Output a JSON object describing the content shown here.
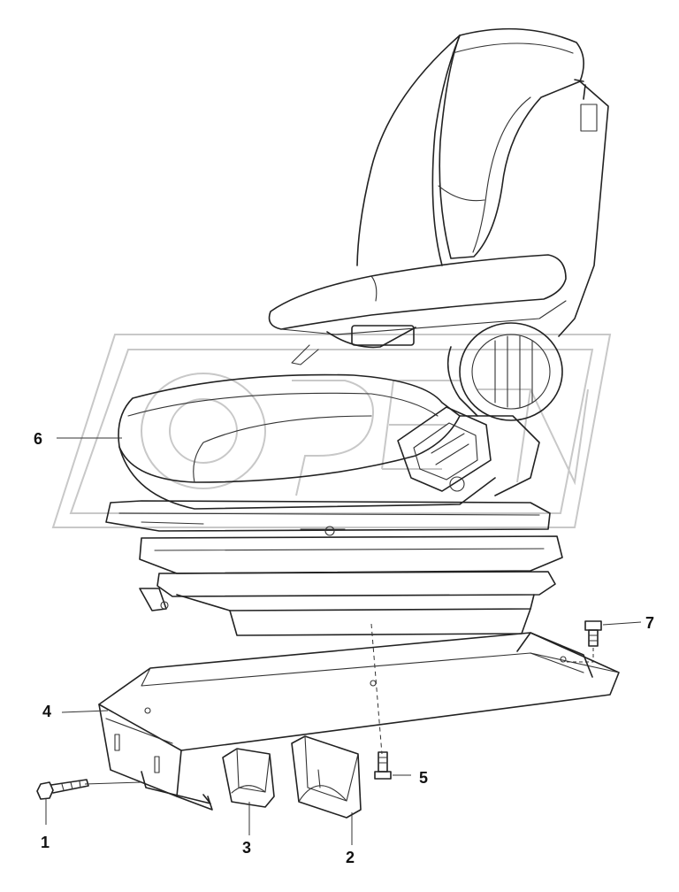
{
  "diagram": {
    "labels": [
      {
        "id": "p1",
        "text": "1"
      },
      {
        "id": "p2",
        "text": "2"
      },
      {
        "id": "p3",
        "text": "3"
      },
      {
        "id": "p4",
        "text": "4"
      },
      {
        "id": "p5",
        "text": "5"
      },
      {
        "id": "p6",
        "text": "6"
      },
      {
        "id": "p7",
        "text": "7"
      }
    ],
    "watermark_icon": "watermark-logo-icon"
  }
}
